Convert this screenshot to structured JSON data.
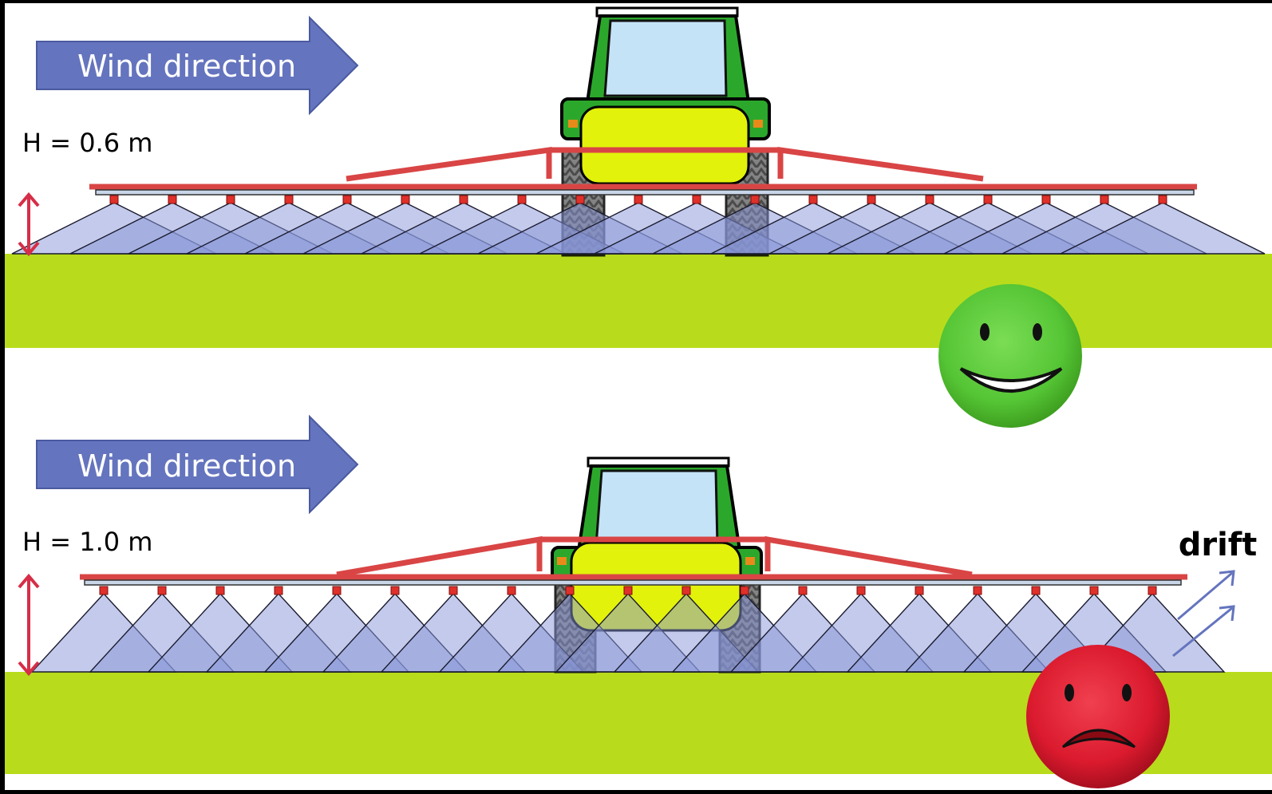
{
  "panels": [
    {
      "id": "top",
      "wind_label": "Wind direction",
      "height_label": "H = 0.6 m",
      "boom_height_m": 0.6,
      "outcome": "happy",
      "drift_label": ""
    },
    {
      "id": "bottom",
      "wind_label": "Wind direction",
      "height_label": "H = 1.0 m",
      "boom_height_m": 1.0,
      "outcome": "sad",
      "drift_label": "drift"
    }
  ],
  "colors": {
    "background": "#FFFFFF",
    "ground": "#B8DC1B",
    "wind_arrow": "#6474BE",
    "boom": "#D94545",
    "nozzle": "#E0302A",
    "spray": "#8896D8",
    "tractor_body": "#2BA82B",
    "tank": "#E2F20A",
    "cab_glass": "#C5E3F7",
    "height_arrow": "#D62E48",
    "happy_face": "#55C535",
    "sad_face": "#DB1A2E",
    "drift_arrow": "#6474BE"
  },
  "icons": {
    "wind": "arrow-right-icon",
    "height": "double-arrow-vertical-icon",
    "happy": "smiley-happy-icon",
    "sad": "smiley-sad-icon",
    "drift": "arrow-up-right-icon"
  }
}
